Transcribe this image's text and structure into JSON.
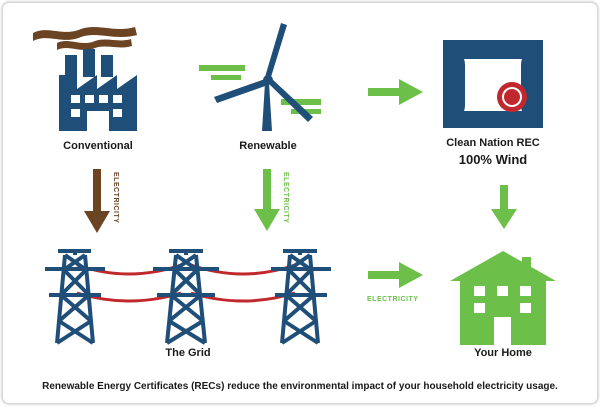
{
  "labels": {
    "conventional": "Conventional",
    "renewable": "Renewable",
    "rec_name": "Clean Nation REC",
    "rec_sub": "100% Wind",
    "grid": "The Grid",
    "home": "Your Home"
  },
  "flow_labels": {
    "electricity_conventional": "ELECTRICITY",
    "electricity_renewable": "ELECTRICITY",
    "electricity_home": "ELECTRICITY"
  },
  "caption": "Renewable Energy Certificates (RECs) reduce the environmental impact of your household electricity usage.",
  "colors": {
    "navy": "#1f4e79",
    "green": "#6cc04a",
    "brown": "#6b4423",
    "red": "#c0282d"
  }
}
